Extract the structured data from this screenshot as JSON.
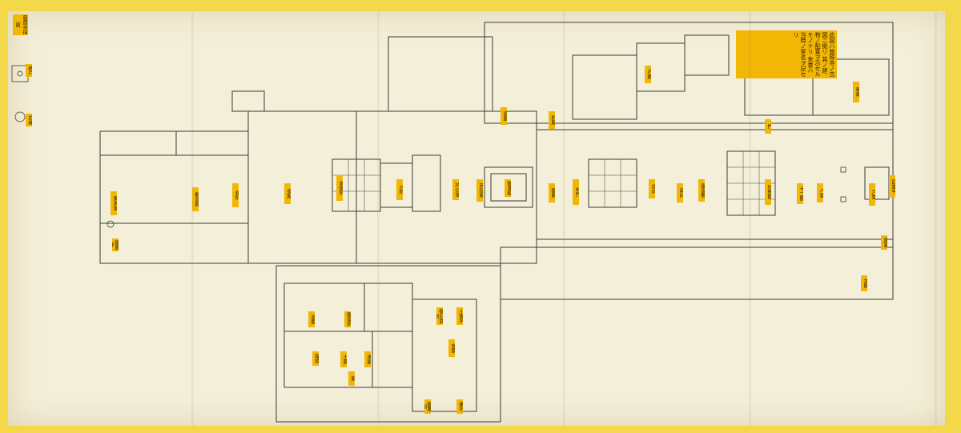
{
  "document": {
    "title": "慈照寺指図",
    "catalog_number": "10000078"
  },
  "notes": [
    "此図ハ慈照寺ノ古図ニ拠リ",
    "其ノ建物ノ配置ヲ示セルモノナリ",
    "朱書ハ当時ノ室名ヲ記セリ"
  ],
  "labels": [
    "東求堂",
    "観音殿",
    "会所",
    "泉殿",
    "常御所",
    "台所",
    "持仏堂",
    "西指庵",
    "御湯殿",
    "御厩",
    "中門",
    "北向",
    "南向",
    "御座敷",
    "狩野間",
    "十二間",
    "八畳",
    "六畳",
    "四畳半",
    "納戸",
    "広縁",
    "御廊下",
    "渡廊",
    "釣殿",
    "石橋",
    "車寄",
    "玄関",
    "塗籠",
    "御寝所",
    "御対面所",
    "小御所",
    "宝蔵",
    "鐘楼",
    "土蔵",
    "湯屋",
    "厨",
    "御膳所",
    "番所",
    "門",
    "庫裏"
  ],
  "colors": {
    "border": "#f3d94a",
    "paper": "#f4efd9",
    "label": "#f2b705",
    "ink": "#3a3a3a"
  }
}
